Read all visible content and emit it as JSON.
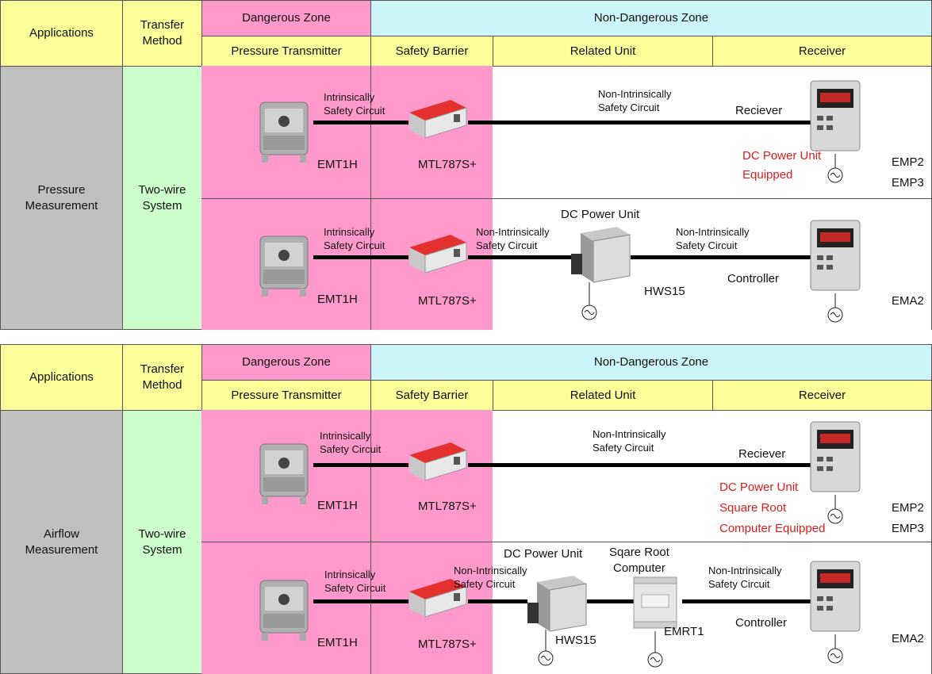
{
  "colors": {
    "applications": "#fdfd99",
    "applications_body": "#c0c0c0",
    "transfer_body": "#ccffcc",
    "dangerous": "#ff99cc",
    "non_dangerous": "#ccf5fa",
    "red_text": "#e01b1b"
  },
  "header": {
    "applications": "Applications",
    "transfer_method": "Transfer\nMethod",
    "dangerous_zone": "Dangerous Zone",
    "non_dangerous_zone": "Non-Dangerous Zone",
    "pressure_transmitter": "Pressure Transmitter",
    "safety_barrier": "Safety Barrier",
    "related_unit": "Related Unit",
    "receiver": "Receiver"
  },
  "tables": [
    {
      "application": "Pressure\nMeasurement",
      "transfer": "Two-wire\nSystem",
      "row1": {
        "transmitter": "EMT1H",
        "barrier": "MTL787S+",
        "is_circuit": "Intrinsically\nSafety Circuit",
        "nis_circuit": "Non-Intrinsically\nSafety Circuit",
        "receiver_label": "Reciever",
        "red_note": "DC Power Unit\nEquipped",
        "models": "EMP2\nEMP3"
      },
      "row2": {
        "transmitter": "EMT1H",
        "barrier": "MTL787S+",
        "is_circuit": "Intrinsically\nSafety Circuit",
        "nis_circuit_1": "Non-Intrinsically\nSafety Circuit",
        "dc_unit": "DC Power Unit",
        "dc_model": "HWS15",
        "nis_circuit_2": "Non-Intrinsically\nSafety Circuit",
        "controller_label": "Controller",
        "model": "EMA2"
      }
    },
    {
      "application": "Airflow\nMeasurement",
      "transfer": "Two-wire\nSystem",
      "row1": {
        "transmitter": "EMT1H",
        "barrier": "MTL787S+",
        "is_circuit": "Intrinsically\nSafety Circuit",
        "nis_circuit": "Non-Intrinsically\nSafety Circuit",
        "receiver_label": "Reciever",
        "red_note": "DC Power Unit\nSquare Root\nComputer Equipped",
        "models": "EMP2\nEMP3"
      },
      "row2": {
        "transmitter": "EMT1H",
        "barrier": "MTL787S+",
        "is_circuit": "Intrinsically\nSafety Circuit",
        "nis_circuit_1": "Non-Intrinsically\nSafety Circuit",
        "dc_unit": "DC Power Unit",
        "dc_model": "HWS15",
        "sqrt_unit": "Sqare Root\nComputer",
        "sqrt_model": "EMRT1",
        "nis_circuit_2": "Non-Intrinsically\nSafety Circuit",
        "controller_label": "Controller",
        "model": "EMA2"
      }
    }
  ]
}
